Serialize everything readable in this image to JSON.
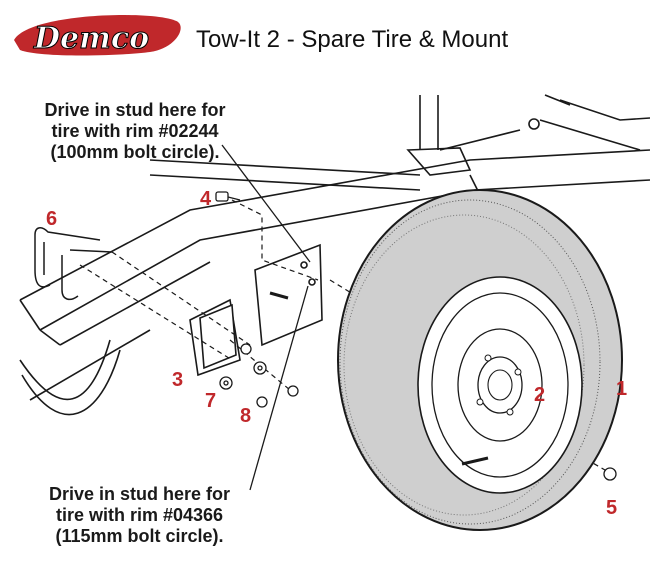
{
  "header": {
    "logo_text": "Demco",
    "title": "Tow-It 2 - Spare Tire & Mount"
  },
  "notes": {
    "top": [
      "Drive in stud here for",
      "tire with rim #02244",
      "(100mm bolt circle)."
    ],
    "bottom": [
      "Drive in stud here for",
      "tire with rim #04366",
      "(115mm bolt circle)."
    ]
  },
  "callouts": {
    "c1": "1",
    "c2": "2",
    "c3": "3",
    "c4": "4",
    "c5": "5",
    "c6": "6",
    "c7": "7",
    "c8": "8"
  },
  "colors": {
    "logo": "#c0282b",
    "callout": "#c0282b",
    "line": "#1a1a1a"
  }
}
